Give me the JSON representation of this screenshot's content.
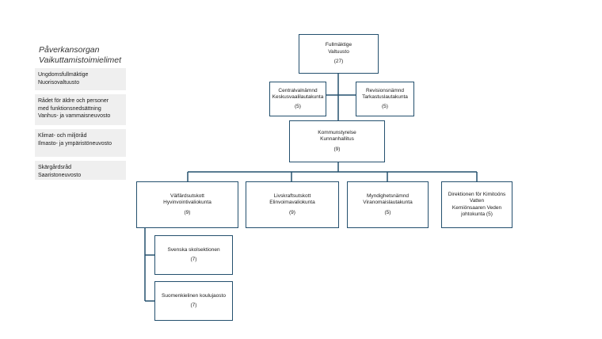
{
  "sidebar": {
    "title_line1": "Påverkansorgan",
    "title_line2": "Vaikuttamistoimielimet",
    "items": [
      {
        "line1": "Ungdomsfullmäktige",
        "line2": "Nuorisovaltuusto",
        "line3": ""
      },
      {
        "line1": "Rådet för äldre och personer",
        "line2": "med funktionsnedsättning",
        "line3": "Vanhus- ja vammaisneuvosto"
      },
      {
        "line1": "Klimat- och miljöråd",
        "line2": "Ilmasto- ja ympäristöneuvosto",
        "line3": ""
      },
      {
        "line1": "Skärgårdsråd",
        "line2": "Saaristoneuvosto",
        "line3": ""
      }
    ]
  },
  "chart": {
    "fullmaktige": {
      "line1": "Fullmäktige",
      "line2": "Valtuusto",
      "count": "(27)"
    },
    "centralvalnamnd": {
      "line1": "Centralvalnämnd",
      "line2": "Keskusvaalilautakunta",
      "count": "(5)"
    },
    "revisionsnamnd": {
      "line1": "Revisionsnämnd",
      "line2": "Tarkastuslautakunta",
      "count": "(5)"
    },
    "kommunstyrelse": {
      "line1": "Kommunstyrelse",
      "line2": "Kunnanhallitus",
      "count": "(9)"
    },
    "valfardsutskott": {
      "line1": "Välfärdsutskott",
      "line2": "Hyvinvointivaliokunta",
      "count": "(9)"
    },
    "livskraftsutskott": {
      "line1": "Livskraftsutskott",
      "line2": "Elinvoimavaliokunta",
      "count": "(9)"
    },
    "myndighetsnamnd": {
      "line1": "Myndighetsnämnd",
      "line2": "Viranomaislautakunta",
      "count": "(5)"
    },
    "direktionen": {
      "line1": "Direktionen för Kimitoöns",
      "line2": "Vatten",
      "line3": "Kemiönsaaren Veden",
      "line4": "johtokunta (5)"
    },
    "svenska_skolsektionen": {
      "line1": "Svenska skolsektionen",
      "count": "(7)"
    },
    "suomenkielinen": {
      "line1": "Suomenkielinen koulujaosto",
      "count": "(7)"
    }
  },
  "colors": {
    "box_border": "#24506e",
    "connector": "#24506e",
    "sidebar_bg": "#efefef"
  }
}
